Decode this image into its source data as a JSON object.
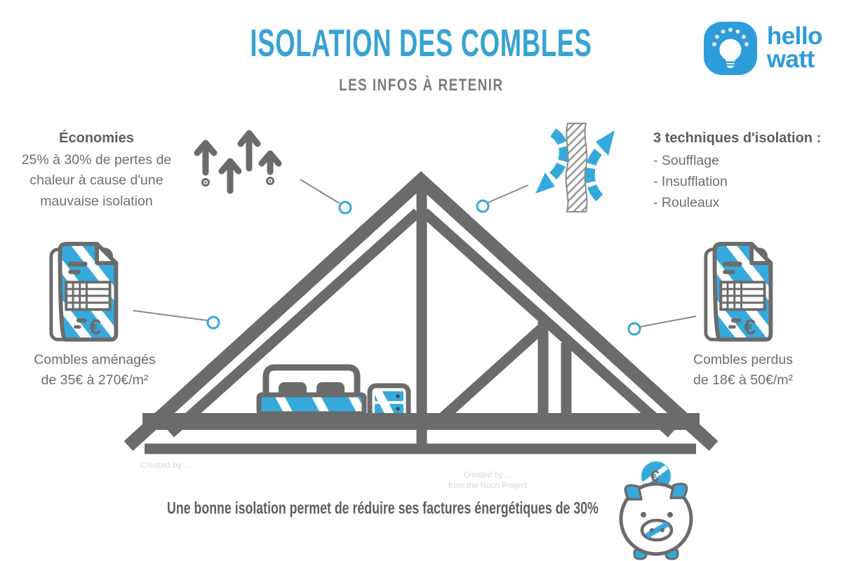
{
  "header": {
    "title": "ISOLATION DES COMBLES",
    "subtitle": "LES INFOS À RETENIR",
    "logo": {
      "word1": "hello",
      "word2": "watt",
      "icon": "lightbulb-icon"
    }
  },
  "annotations": {
    "economies": {
      "heading": "Économies",
      "body": "25% à 30% de pertes de chaleur à cause d'une mauvaise isolation"
    },
    "techniques": {
      "heading": "3 techniques d'isolation :",
      "items": [
        "- Soufflage",
        "- Insufflation",
        "- Rouleaux"
      ]
    },
    "amenages": {
      "line1": "Combles aménagés",
      "line2": "de 35€ à 270€/m²"
    },
    "perdus": {
      "line1": "Combles perdus",
      "line2": "de 18€ à 50€/m²"
    },
    "footer": "Une bonne isolation permet de réduire ses factures énergétiques de 30%"
  },
  "watermarks": {
    "left": "Created by ...",
    "center_line1": "Created by ...",
    "center_line2": "from the Noun Project"
  },
  "icons": {
    "invoice_euro": "€",
    "coin_euro": "€",
    "names": [
      "heat-rising-arrows-icon",
      "insulation-wall-icon",
      "invoice-icon",
      "bed-icon",
      "nightstand-icon",
      "piggy-bank-icon",
      "lightbulb-icon"
    ]
  },
  "colors": {
    "accent_blue": "#36a3d2",
    "logo_blue": "#2d9cdb",
    "stripe_blue": "#36a9dc",
    "truss_gray": "#6b6b6b",
    "text_gray": "#6e6e6e",
    "callout_blue": "#3aa8d8",
    "line_gray": "#8a8a8a"
  }
}
